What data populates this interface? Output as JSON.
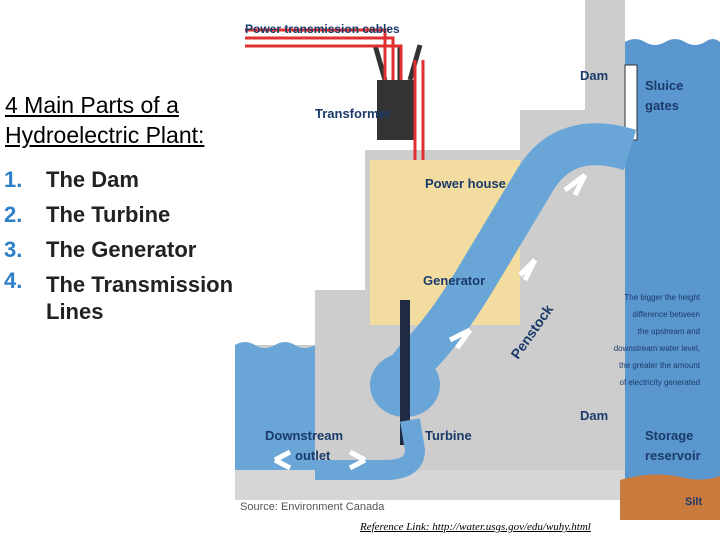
{
  "slide": {
    "title_line1": "4 Main Parts of a",
    "title_line2": "Hydroelectric Plant:",
    "parts": [
      {
        "num": "1.",
        "label": "The Dam"
      },
      {
        "num": "2.",
        "label": "The Turbine"
      },
      {
        "num": "3.",
        "label": "The Generator"
      },
      {
        "num": "4.",
        "label": "The Transmission Lines"
      }
    ],
    "reference": "Reference Link: http://water.usgs.gov/edu/wuhy.html"
  },
  "diagram": {
    "labels": {
      "cables": "Power transmission cables",
      "transformer": "Transformer",
      "dam_top": "Dam",
      "sluice1": "Sluice",
      "sluice2": "gates",
      "power_house": "Power house",
      "generator": "Generator",
      "penstock": "Penstock",
      "note1": "The bigger the height",
      "note2": "difference between",
      "note3": "the upstream and",
      "note4": "downstream water level,",
      "note5": "the greater the amount",
      "note6": "of electricity generated",
      "dam_bottom": "Dam",
      "downstream1": "Downstream",
      "downstream2": "outlet",
      "turbine": "Turbine",
      "storage1": "Storage",
      "storage2": "reservoir",
      "source": "Source: Environment Canada",
      "silt": "Silt"
    },
    "colors": {
      "dam": "#cdcdcd",
      "water": "#6aa5d8",
      "reservoir": "#5b97cf",
      "powerhouse": "#f3dca0",
      "cable": "#e03030",
      "label": "#1a3a6a"
    }
  }
}
